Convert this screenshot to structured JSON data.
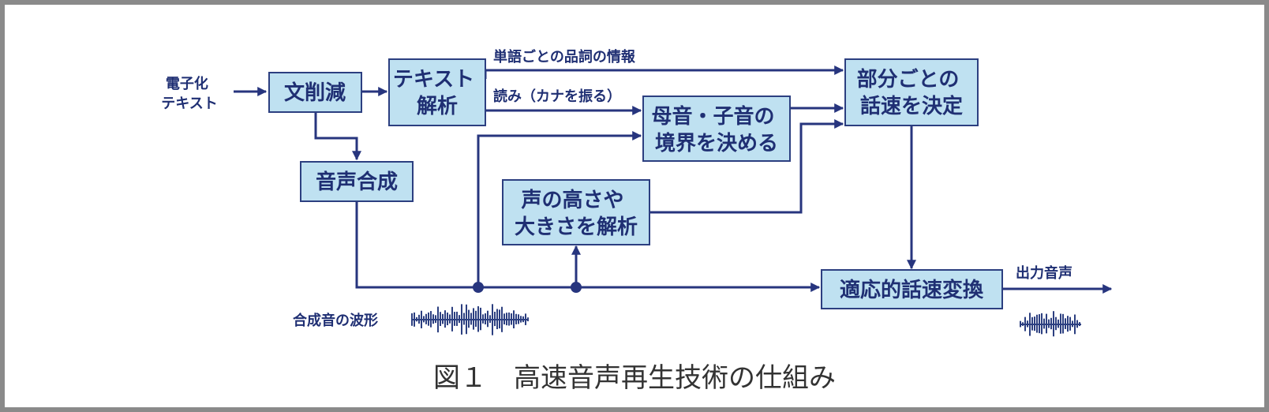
{
  "input_label": [
    "電子化",
    "テキスト"
  ],
  "boxes": {
    "bunsakugen": [
      "文削減"
    ],
    "text_kaiseki": [
      "テキスト",
      "解析"
    ],
    "onsei_gosei": [
      "音声合成"
    ],
    "boin_shiin": [
      "母音・子音の",
      "境界を決める"
    ],
    "koe_takasa": [
      "声の高さや",
      "大きさを解析"
    ],
    "bubun_wasoku": [
      "部分ごとの",
      "話速を決定"
    ],
    "tekio": [
      "適応的話速変換"
    ]
  },
  "edge_labels": {
    "hinshi": "単語ごとの品詞の情報",
    "yomi": "読み（カナを振る）",
    "gosei_hakei": "合成音の波形",
    "output": "出力音声"
  },
  "caption": "図１　高速音声再生技術の仕組み",
  "colors": {
    "box_fill": "#bfe1f1",
    "box_stroke": "#2c3f80",
    "text": "#1f2f73",
    "line": "#27357e",
    "frame": "#8a8a8a"
  }
}
